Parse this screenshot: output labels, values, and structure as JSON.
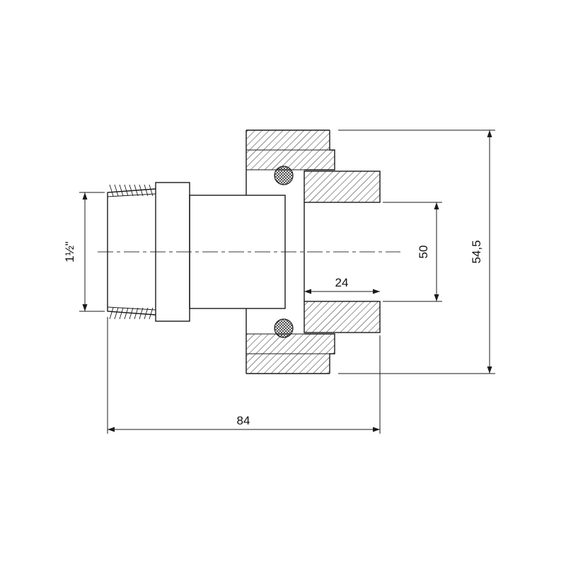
{
  "drawing": {
    "kind": "pipe-union-fitting-cross-section",
    "colors": {
      "line": "#1a1a1a",
      "background": "#ffffff"
    }
  },
  "dims": {
    "thread_size": "1½\"",
    "bore_diameter": "50",
    "outer_diameter": "54,5",
    "socket_depth": "24",
    "overall_length": "84"
  }
}
